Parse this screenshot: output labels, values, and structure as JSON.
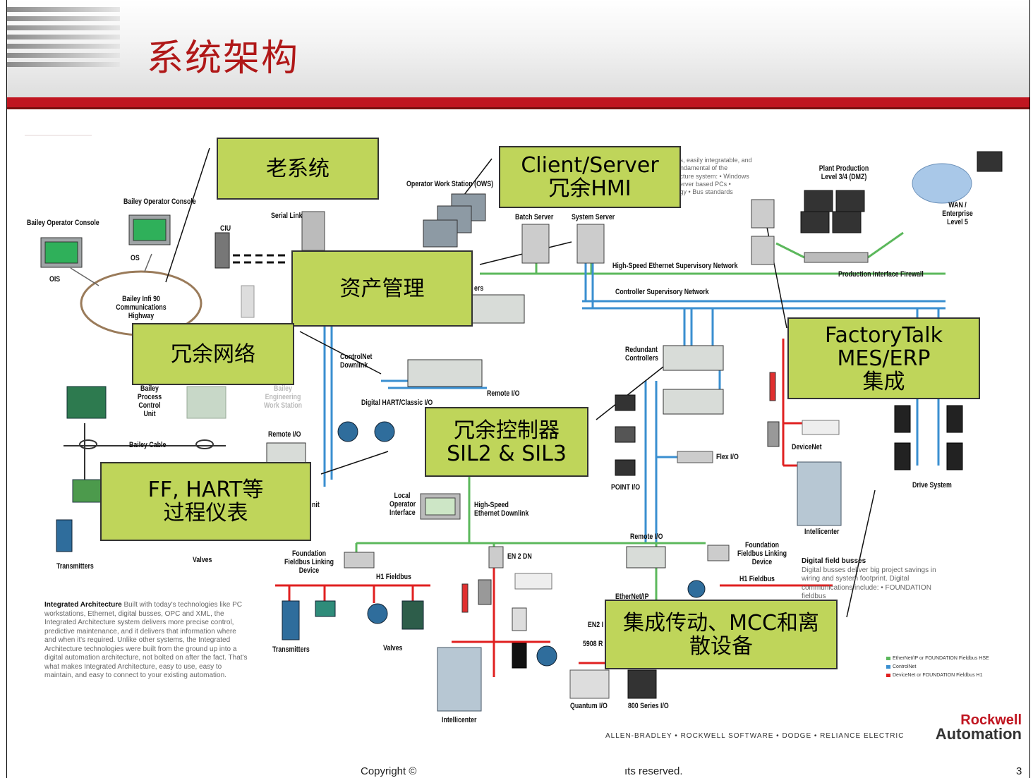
{
  "slide": {
    "title": "系统架构",
    "page_number": "3"
  },
  "callouts": {
    "legacy": "老系统",
    "client_server_1": "Client/Server",
    "client_server_2": "冗余HMI",
    "asset_mgmt": "资产管理",
    "redundant_network": "冗余网络",
    "redundant_controller_1": "冗余控制器",
    "redundant_controller_2": "SIL2 & SIL3",
    "ff_hart_1": "FF, HART等",
    "ff_hart_2": "过程仪表",
    "factorytalk_1": "FactoryTalk",
    "factorytalk_2": "MES/ERP",
    "factorytalk_3": "集成",
    "drives_1": "集成传动、MCC和离",
    "drives_2": "散设备"
  },
  "labels": {
    "bailey_op_console": "Bailey Operator Console",
    "bailey_op_console2": "Bailey Operator Console",
    "ois": "OIS",
    "os": "OS",
    "serial_link": "Serial Link",
    "ciu": "CIU",
    "bailey_highway": "Bailey Infi 90 Communications Highway",
    "ows": "Operator Work Station (OWS)",
    "batch_server": "Batch Server",
    "system_server": "System Server",
    "plant_production": "Plant Production Level 3/4 (DMZ)",
    "wan": "WAN / Enterprise Level 5",
    "hs_ethernet": "High-Speed Ethernet Supervisory Network",
    "production_firewall": "Production Interface Firewall",
    "controller_sup_net": "Controller Supervisory Network",
    "controlnet_downlink": "ControlNet Downlink",
    "redundant_controllers": "Redundant Controllers",
    "digital_hart": "Digital HART/Classic I/O",
    "remote_io": "Remote I/O",
    "remote_io2": "Remote I/O",
    "remote_io3": "Remote I/O",
    "bailey_process": "Bailey Process Control Unit",
    "bailey_engineering": "Bailey Engineering Work Station",
    "bailey_cable": "Bailey Cable",
    "flex_io": "Flex I/O",
    "point_io": "POINT I/O",
    "devicenet": "DeviceNet",
    "drive_system": "Drive System",
    "intellicenter": "Intellicenter",
    "intellicenter2": "Intellicenter",
    "local_op": "Local Operator Interface",
    "hs_eth_downlink": "High-Speed Ethernet Downlink",
    "ff_linking": "Foundation Fieldbus Linking Device",
    "ff_linking2": "Foundation Fieldbus Linking Device",
    "h1_fieldbus": "H1 Fieldbus",
    "h1_fieldbus2": "H1 Fieldbus",
    "transmitters": "Transmitters",
    "transmitters2": "Transmitters",
    "valves": "Valves",
    "valves2": "Valves",
    "en2dn": "EN 2 DN",
    "quantum_io": "Quantum I/O",
    "series800": "800 Series I/O",
    "ethernet_ip": "EtherNet/IP",
    "s5908": "5908 R",
    "en2": "EN2 I",
    "unit": "nit",
    "ers": "ers"
  },
  "texts": {
    "ia_title": "Integrated Architecture",
    "ia_body": "Built with today's technologies like PC workstations, Ethernet, digital busses, OPC and XML, the Integrated Architecture system delivers more precise control, predictive maintenance, and it delivers that information where and when it's required. Unlike other systems, the Integrated Architecture technologies were built from the ground up into a digital automation architecture, not bolted on after the fact. That's what makes Integrated Architecture, easy to use, easy to maintain, and easy to connect to your existing automation.",
    "cots_body": "-shelf technologies, easily integratable, and commercial the fundamental of the Integrated Architecture system: • Windows workstation and server based PCs • Ethernet technology • Bus standards",
    "dfb_title": "Digital field busses",
    "dfb_body": "Digital busses deliver big project savings in wiring and system footprint. Digital communications include: • FOUNDATION fieldbus"
  },
  "legend": {
    "green": "EtherNet/IP or FOUNDATION Fieldbus HSE",
    "blue": "ControlNet",
    "red": "DeviceNet or FOUNDATION Fieldbus H1"
  },
  "footer": {
    "copyright_left": "Copyright ©",
    "copyright_right": "ıts reserved.",
    "brands": "ALLEN-BRADLEY • ROCKWELL SOFTWARE • DODGE • RELIANCE ELECTRIC",
    "rockwell": "Rockwell",
    "automation": "Automation"
  },
  "colors": {
    "title_red": "#b01818",
    "callout_green": "#bfd55a",
    "net_green": "#5cb85c",
    "net_blue": "#3a8fd0",
    "net_red": "#e02020"
  }
}
